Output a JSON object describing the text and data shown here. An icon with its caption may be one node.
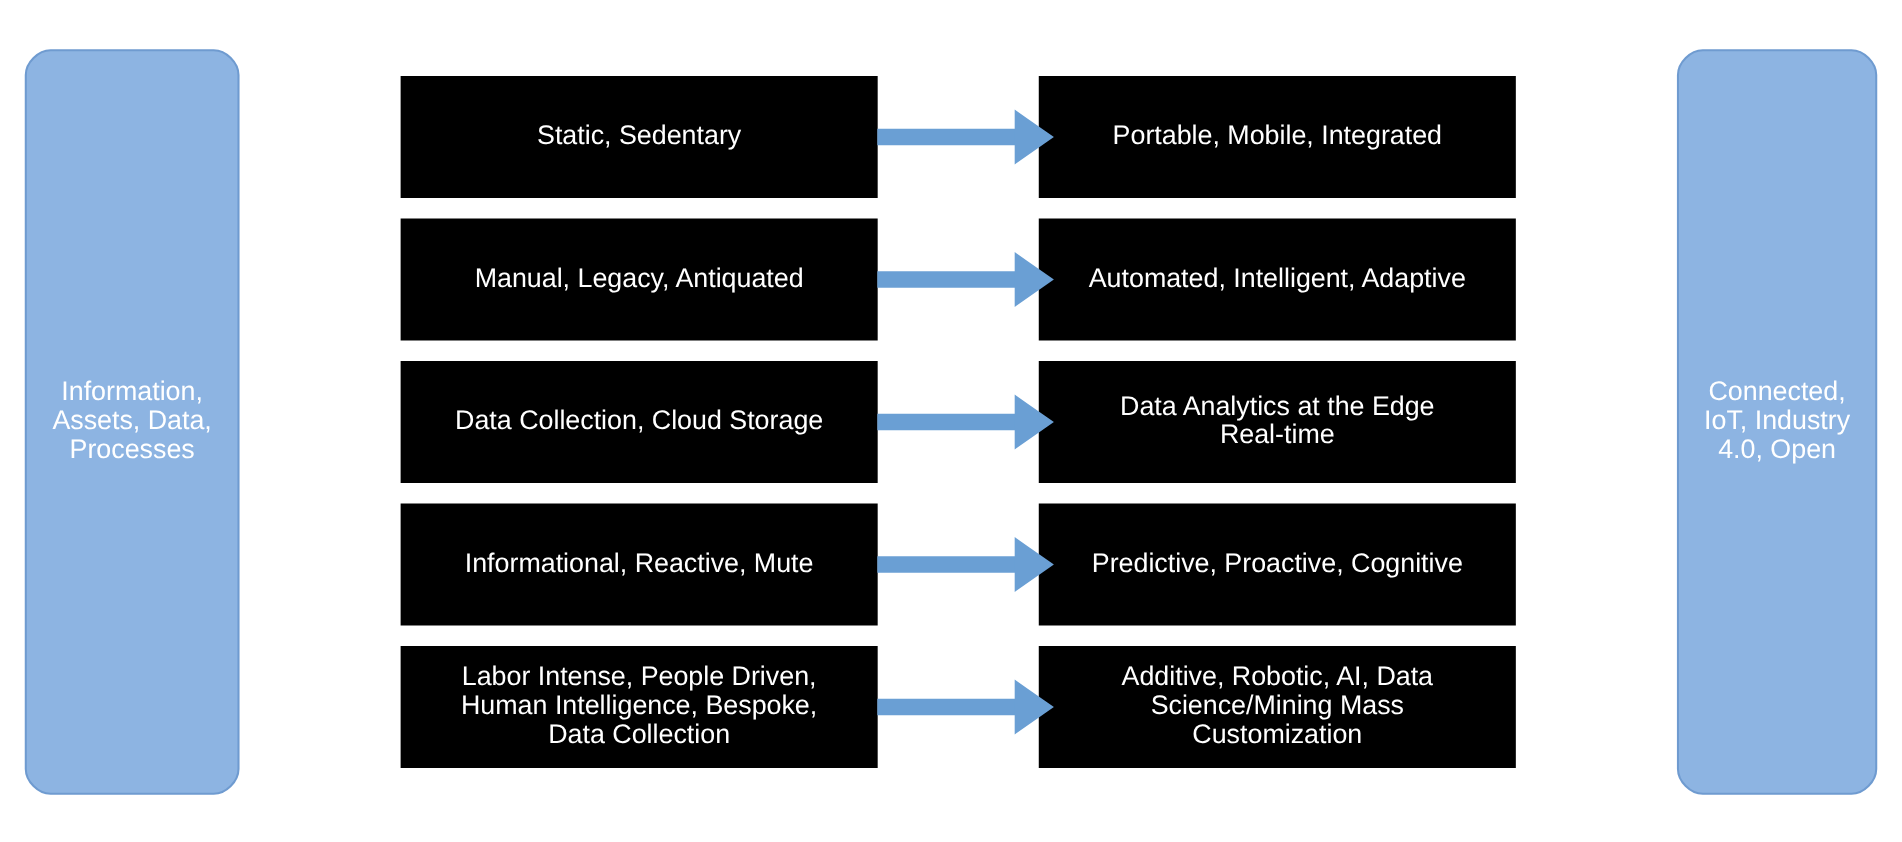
{
  "diagram": {
    "nodes": [
      {
        "text": [
          "Information, Assets, Data, Processes"
        ]
      },
      {
        "text": [
          "Static, Sedentary"
        ]
      },
      {
        "text": [
          "Portable, Mobile, Integrated"
        ]
      },
      {
        "text": [
          "Manual, Legacy, Antiquated"
        ]
      },
      {
        "text": [
          "Automated, Intelligent, Adaptive"
        ]
      },
      {
        "text": [
          "Data Collection, Cloud Storage"
        ]
      },
      {
        "text": [
          "Data Analytics at the Edge Real-time"
        ]
      },
      {
        "text": [
          "Informational, Reactive, Mute"
        ]
      },
      {
        "text": [
          "Predictive, Proactive, Cognitive"
        ]
      },
      {
        "text": [
          "Labor Intense, People Driven, Human Intelligence, Bespoke, Data Collection"
        ]
      },
      {
        "text": [
          "Additive, Robotic, AI, Data Science/Mining Mass Customization"
        ]
      },
      {
        "text": [
          "Connected, IoT, Industry 4.0, Open"
        ]
      }
    ],
    "edges": [
      {
        "from": 1,
        "to": 2,
        "arrow": "to"
      },
      {
        "from": 3,
        "to": 4,
        "arrow": "to"
      },
      {
        "from": 5,
        "to": 6,
        "arrow": "to"
      },
      {
        "from": 7,
        "to": 8,
        "arrow": "to"
      },
      {
        "from": 9,
        "to": 10,
        "arrow": "to"
      }
    ]
  }
}
